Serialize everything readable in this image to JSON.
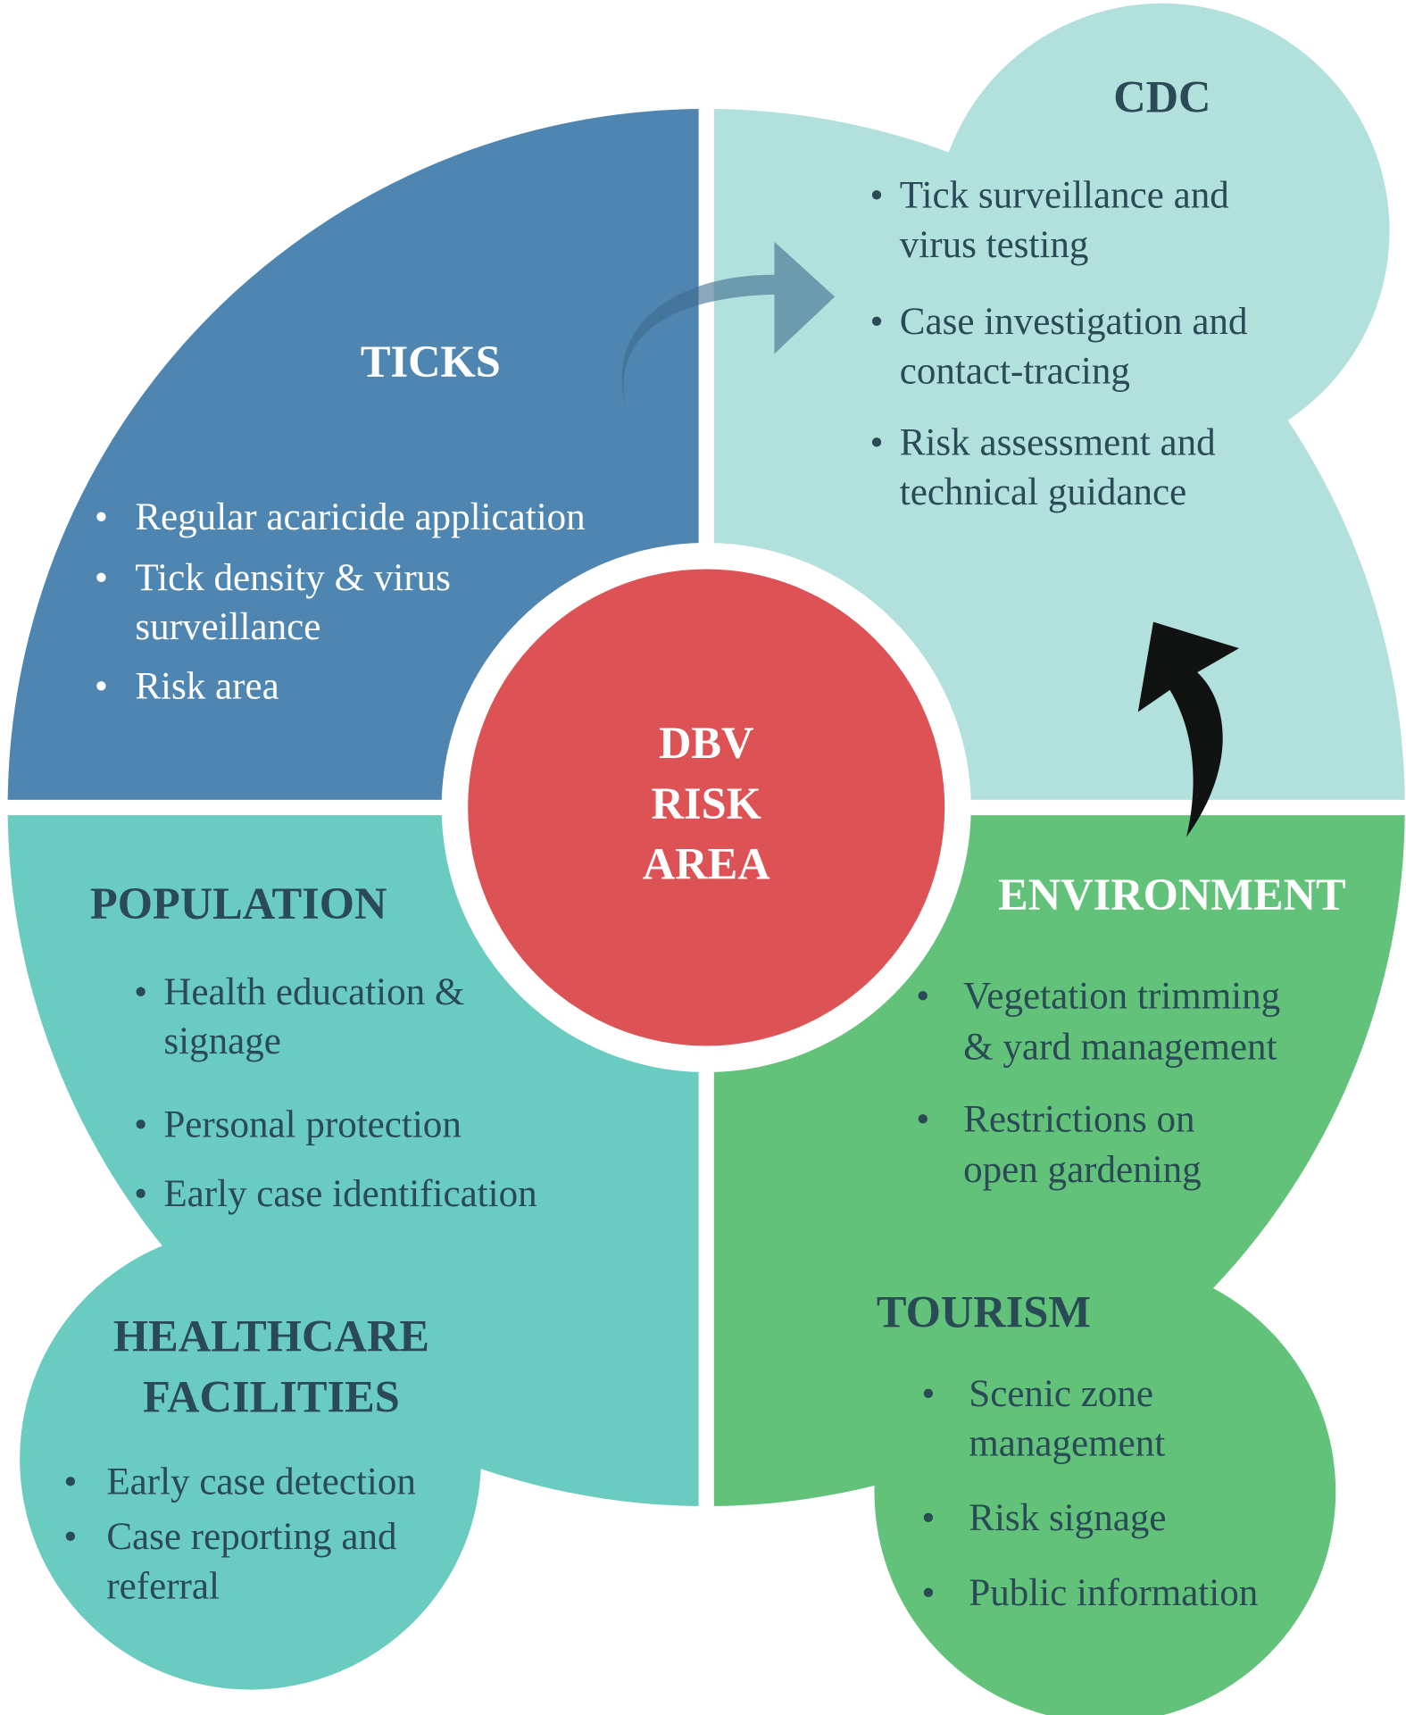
{
  "colors": {
    "ticks": "#4e86b1",
    "cdc": "#b2e0dc",
    "population": "#6acbc1",
    "environment": "#63c27a",
    "center": "#dd5254",
    "dark_text": "#2a4a56"
  },
  "center": {
    "lines": [
      "DBV",
      "RISK",
      "AREA"
    ]
  },
  "ticks": {
    "title": "TICKS",
    "items": [
      [
        "Regular acaricide application"
      ],
      [
        "Tick density & virus",
        "surveillance"
      ],
      [
        "Risk area"
      ]
    ]
  },
  "cdc": {
    "title": "CDC",
    "items": [
      [
        "Tick surveillance and",
        "virus testing"
      ],
      [
        "Case investigation and",
        "contact-tracing"
      ],
      [
        "Risk assessment and",
        "technical guidance"
      ]
    ]
  },
  "population": {
    "title": "POPULATION",
    "items": [
      [
        "Health education &",
        "signage"
      ],
      [
        "Personal protection"
      ],
      [
        "Early case identification"
      ]
    ]
  },
  "healthcare": {
    "title_lines": [
      "HEALTHCARE",
      "FACILITIES"
    ],
    "items": [
      [
        "Early case detection"
      ],
      [
        "Case reporting and",
        "referral"
      ]
    ]
  },
  "environment": {
    "title": "ENVIRONMENT",
    "items": [
      [
        "Vegetation trimming",
        "& yard management"
      ],
      [
        "Restrictions on",
        "open gardening"
      ]
    ]
  },
  "tourism": {
    "title": "TOURISM",
    "items": [
      [
        "Scenic zone",
        "management"
      ],
      [
        "Risk signage"
      ],
      [
        "Public information"
      ]
    ]
  }
}
